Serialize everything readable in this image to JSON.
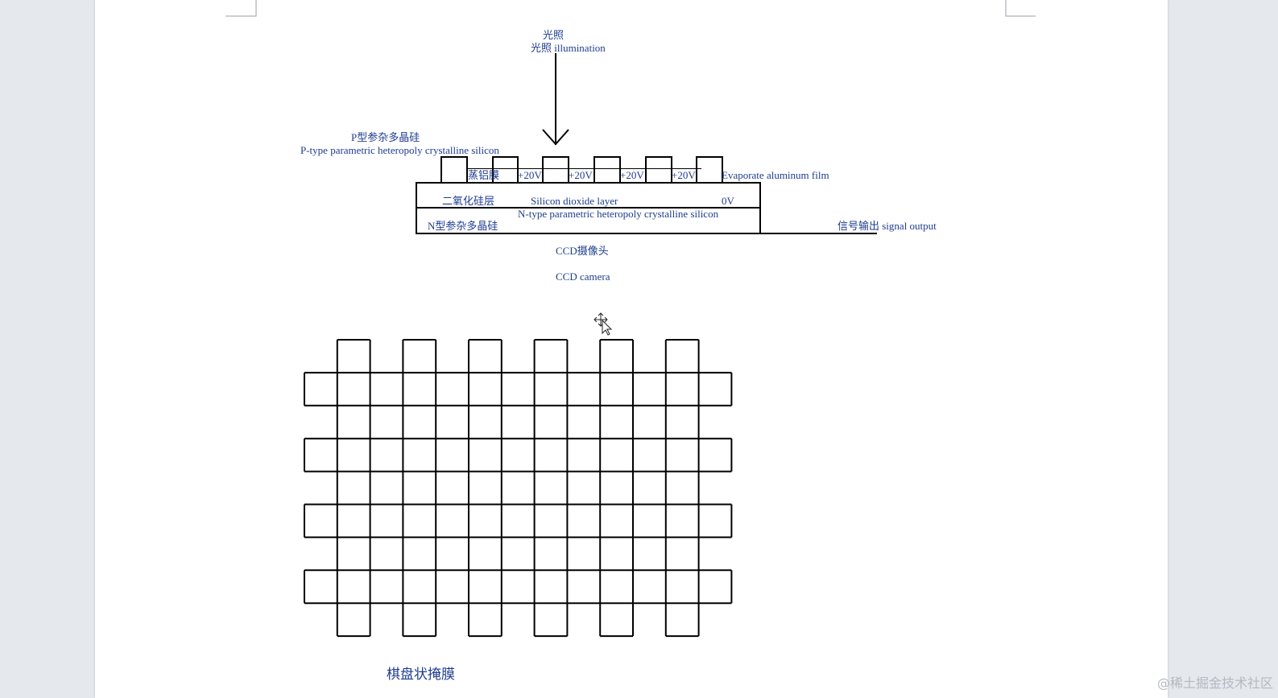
{
  "ccd": {
    "illumination_cn_top": "光照",
    "illumination": "光照  illumination",
    "p_type_cn": "P型参杂多晶硅",
    "p_type_en": "P-type parametric heteropoly crystalline silicon",
    "aluminum_cn": "蒸铝膜",
    "voltages": [
      "+20V",
      "+20V",
      "+20V",
      "+20V"
    ],
    "aluminum_en": "Evaporate aluminum film",
    "sio2_cn": "二氧化硅层",
    "sio2_en": "Silicon dioxide layer",
    "zero_v": "0V",
    "n_type_en": "N-type parametric heteropoly crystalline silicon",
    "n_type_cn": "N型参杂多晶硅",
    "signal_output": "信号输出   signal output",
    "title_cn": "CCD摄像头",
    "title_en": "CCD camera"
  },
  "mask": {
    "caption": "棋盘状掩膜"
  },
  "watermark": "@稀土掘金技术社区",
  "colors": {
    "label": "#1f3d8f",
    "line": "#000000",
    "background": "#e5e9ee",
    "page": "#ffffff"
  }
}
